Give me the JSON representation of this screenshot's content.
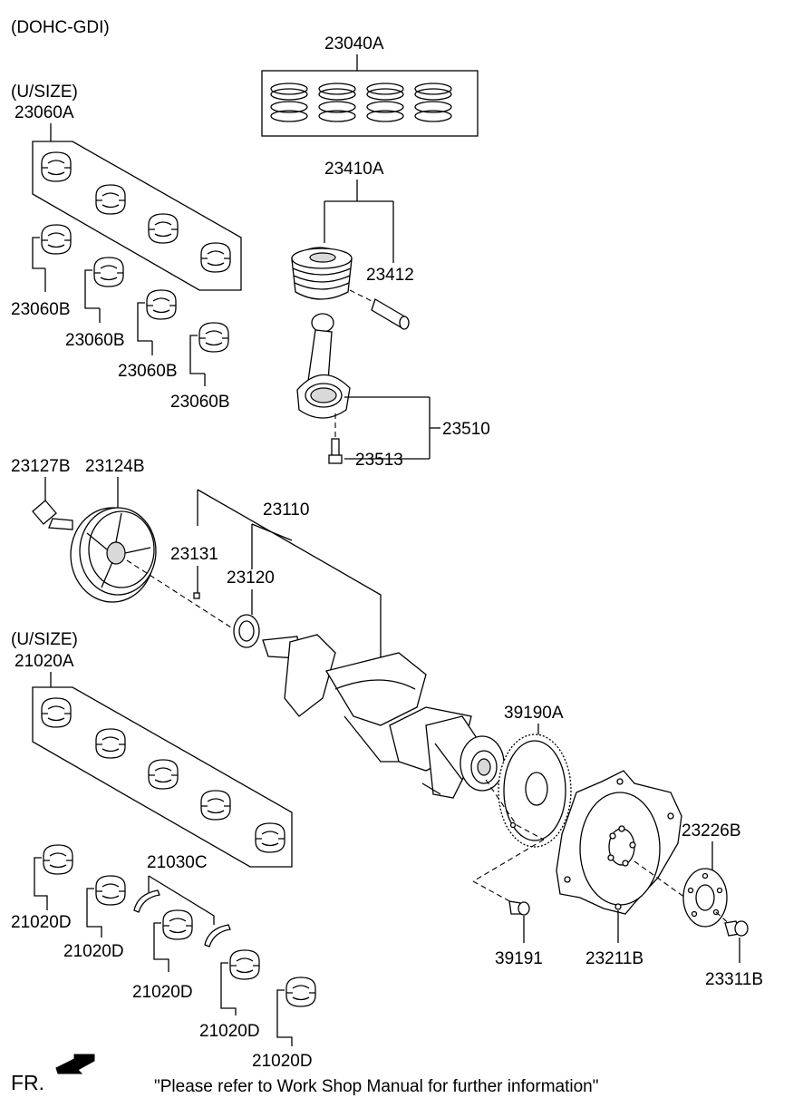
{
  "header": {
    "engine": "(DOHC-GDI)"
  },
  "labels": {
    "p23040A": "23040A",
    "p23410A": "23410A",
    "p23412": "23412",
    "usize_top": "(U/SIZE)",
    "p23060A": "23060A",
    "p23060B_1": "23060B",
    "p23060B_2": "23060B",
    "p23060B_3": "23060B",
    "p23060B_4": "23060B",
    "p23510": "23510",
    "p23513": "23513",
    "p23127B": "23127B",
    "p23124B": "23124B",
    "p23110": "23110",
    "p23131": "23131",
    "p23120": "23120",
    "usize_bottom": "(U/SIZE)",
    "p21020A": "21020A",
    "p39190A": "39190A",
    "p23226B": "23226B",
    "p21030C": "21030C",
    "p21020D_1": "21020D",
    "p21020D_2": "21020D",
    "p21020D_3": "21020D",
    "p21020D_4": "21020D",
    "p21020D_5": "21020D",
    "p39191": "39191",
    "p23211B": "23211B",
    "p23311B": "23311B"
  },
  "footer": {
    "direction": "FR.",
    "note": "\"Please refer to Work Shop Manual for further information\""
  },
  "icons": {
    "direction_arrow": "front-direction-arrow-icon"
  }
}
